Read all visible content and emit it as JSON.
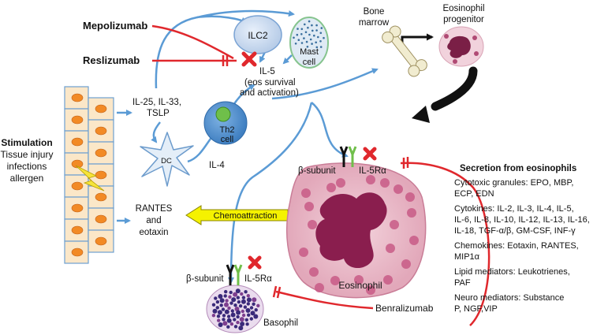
{
  "drugs": {
    "mepolizumab": "Mepolizumab",
    "reslizumab": "Reslizumab",
    "benralizumab": "Benralizumab"
  },
  "cells": {
    "ilc2": "ILC2",
    "mast_line1": "Mast",
    "mast_line2": "cell",
    "th2_line1": "Th2",
    "th2_line2": "cell",
    "dc": "DC",
    "eosinophil": "Eosinophil",
    "basophil": "Basophil",
    "bone_line1": "Bone",
    "bone_line2": "marrow",
    "progenitor_line1": "Eosinophil",
    "progenitor_line2": "progenitor"
  },
  "cytokines": {
    "il25_line1": "IL-25, IL-33,",
    "il25_line2": "TSLP",
    "il4": "IL-4",
    "il5_line1": "IL-5",
    "il5_line2": "(eos survival",
    "il5_line3": "and activation)",
    "rantes_line1": "RANTES",
    "rantes_line2": "and",
    "rantes_line3": "eotaxin"
  },
  "receptors": {
    "beta_subunit": "β-subunit",
    "il5ra": "IL-5Rα"
  },
  "chemoattraction": "Chemoattraction",
  "stimulation": {
    "title": "Stimulation",
    "line1": "Tissue injury",
    "line2": "infections",
    "line3": "allergen"
  },
  "secretion": {
    "title": "Secretion from eosinophils",
    "lines": [
      "Cytotoxic granules: EPO, MBP,",
      "ECP, EDN",
      "Cytokines: IL-2, IL-3, IL-4, IL-5,",
      "IL-6, IL-8, IL-10, IL-12, IL-13, IL-16,",
      "IL-18, TGF-α/β, GM-CSF, INF-γ",
      "Chemokines: Eotaxin, RANTES,",
      "MIP1α",
      "Lipid mediators: Leukotrienes,",
      "PAF",
      "Neuro mediators: Substance",
      "P, NGF,VIP"
    ]
  },
  "colors": {
    "blue_arrow": "#5b9bd5",
    "red_drug": "#e0282d",
    "eos_pink": "#e9b9c8",
    "eos_nucleus": "#8a1e4e",
    "yellow_arrow": "#f5f200"
  }
}
